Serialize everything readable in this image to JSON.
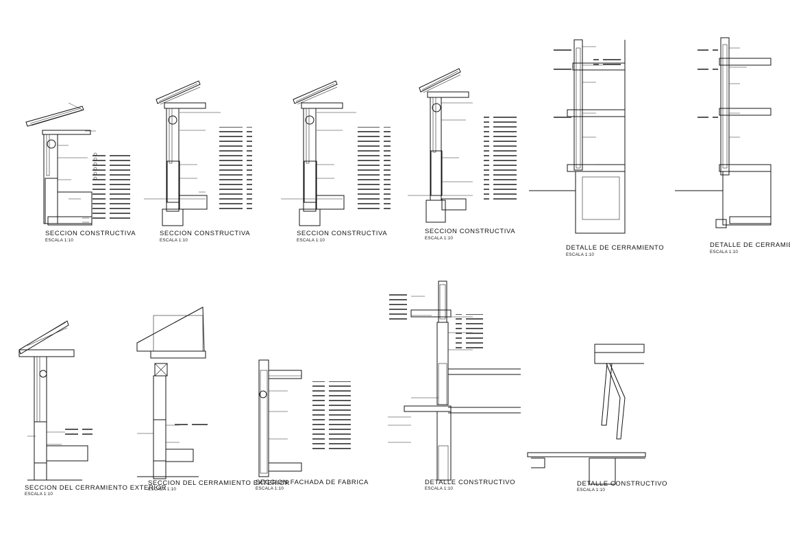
{
  "colors": {
    "background": "#ffffff",
    "ink": "#111111"
  },
  "details": [
    {
      "title": "SECCION CONSTRUCTIVA",
      "scale": "ESCALA 1:10"
    },
    {
      "title": "SECCION CONSTRUCTIVA",
      "scale": "ESCALA 1:10"
    },
    {
      "title": "SECCION CONSTRUCTIVA",
      "scale": "ESCALA 1:10"
    },
    {
      "title": "SECCION CONSTRUCTIVA",
      "scale": "ESCALA 1:10"
    },
    {
      "title": "DETALLE DE CERRAMIENTO",
      "scale": "ESCALA 1:10"
    },
    {
      "title": "DETALLE DE CERRAMIENTO",
      "scale": "ESCALA 1:10"
    },
    {
      "title": "SECCION DEL CERRAMIENTO EXTERIOR",
      "scale": "ESCALA 1:10"
    },
    {
      "title": "SECCION DEL CERRAMIENTO EXTERIOR",
      "scale": "ESCALA 1:10"
    },
    {
      "title": "SECCION FACHADA DE FABRICA",
      "scale": "ESCALA 1:10"
    },
    {
      "title": "DETALLE CONSTRUCTIVO",
      "scale": "ESCALA 1:10"
    },
    {
      "title": "DETALLE CONSTRUCTIVO",
      "scale": "ESCALA 1:10"
    }
  ]
}
